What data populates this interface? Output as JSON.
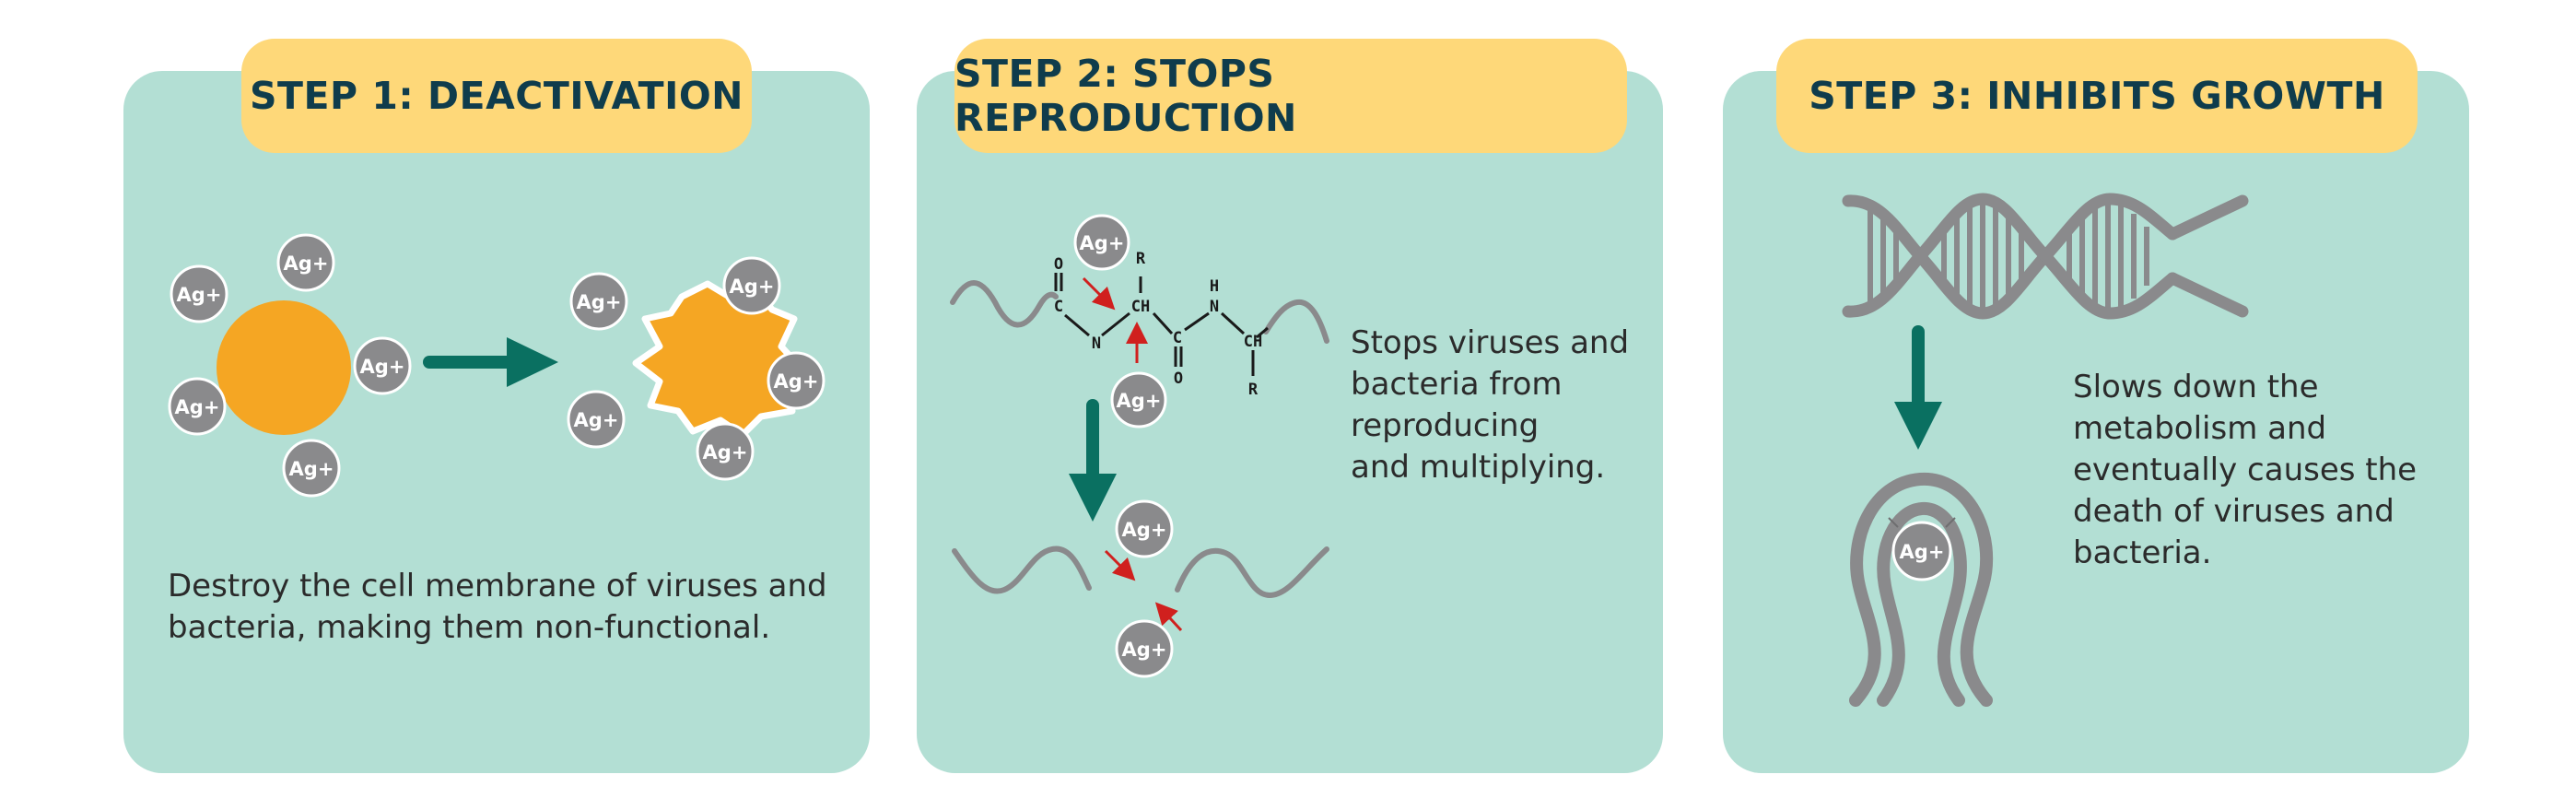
{
  "colors": {
    "card_bg": "#b3dfd4",
    "tab_bg": "#fed879",
    "title": "#0f3c4c",
    "text": "#2b2b2b",
    "arrow": "#0a7061",
    "ion": "#8a8a8c",
    "cell": "#f5a623",
    "strand": "#8a8a8c",
    "red_arrow": "#d0201e"
  },
  "ion_label": "Ag+",
  "steps": [
    {
      "title": "STEP 1: DEACTIVATION",
      "description": "Destroy the cell membrane of viruses and\nbacteria, making them non-functional."
    },
    {
      "title": "STEP 2: STOPS REPRODUCTION",
      "description": "Stops viruses and\nbacteria from\nreproducing\nand multiplying."
    },
    {
      "title": "STEP 3: INHIBITS GROWTH",
      "description": "Slows down the\nmetabolism and\neventually causes the\ndeath of viruses and\nbacteria."
    }
  ],
  "molecule": {
    "o_left": "O",
    "c_left": "C",
    "n_left": "N",
    "ch_mid": "CH",
    "r_top": "R",
    "c_right": "C",
    "o_right": "O",
    "h": "H",
    "n_right": "N",
    "ch_right": "CH",
    "r_bottom": "R"
  }
}
